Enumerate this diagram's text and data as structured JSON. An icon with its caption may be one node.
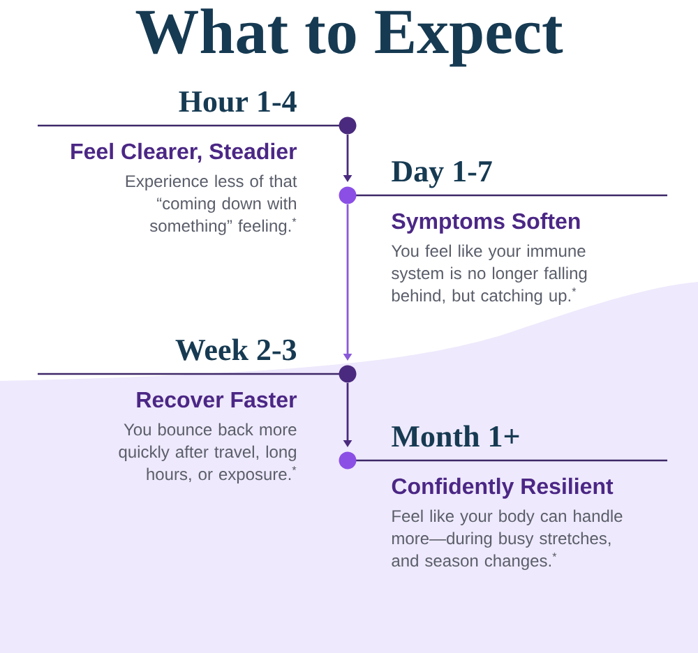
{
  "diagram": {
    "title": "What to Expect",
    "nodes": [
      {
        "text": [],
        "shape": "circle",
        "beside": [
          "Hour 1-4",
          "Feel Clearer, Steadier",
          "Experience less of that “coming down with something” feeling.$^{*}$"
        ]
      },
      {
        "text": [],
        "shape": "circle",
        "beside": [
          "Day 1-7",
          "Symptoms Soften",
          "You feel like your immune system is no longer falling behind, but catching up.$^{*}$"
        ]
      },
      {
        "text": [],
        "shape": "circle",
        "beside": [
          "Week 2-3",
          "Recover Faster",
          "You bounce back more quickly after travel, long hours, or exposure.$^{*}$"
        ]
      },
      {
        "text": [],
        "shape": "circle",
        "beside": [
          "Month 1+",
          "Confidently Resilient",
          "Feel like your body can handle more—during busy stretches, and season changes.$^{*}$"
        ]
      }
    ],
    "edges": [
      {
        "from": 0,
        "to": 1,
        "arrow": "to"
      },
      {
        "from": 1,
        "to": 2,
        "arrow": "to",
        "color": "#8a5ad8"
      },
      {
        "from": 2,
        "to": 3,
        "arrow": "to"
      }
    ]
  }
}
